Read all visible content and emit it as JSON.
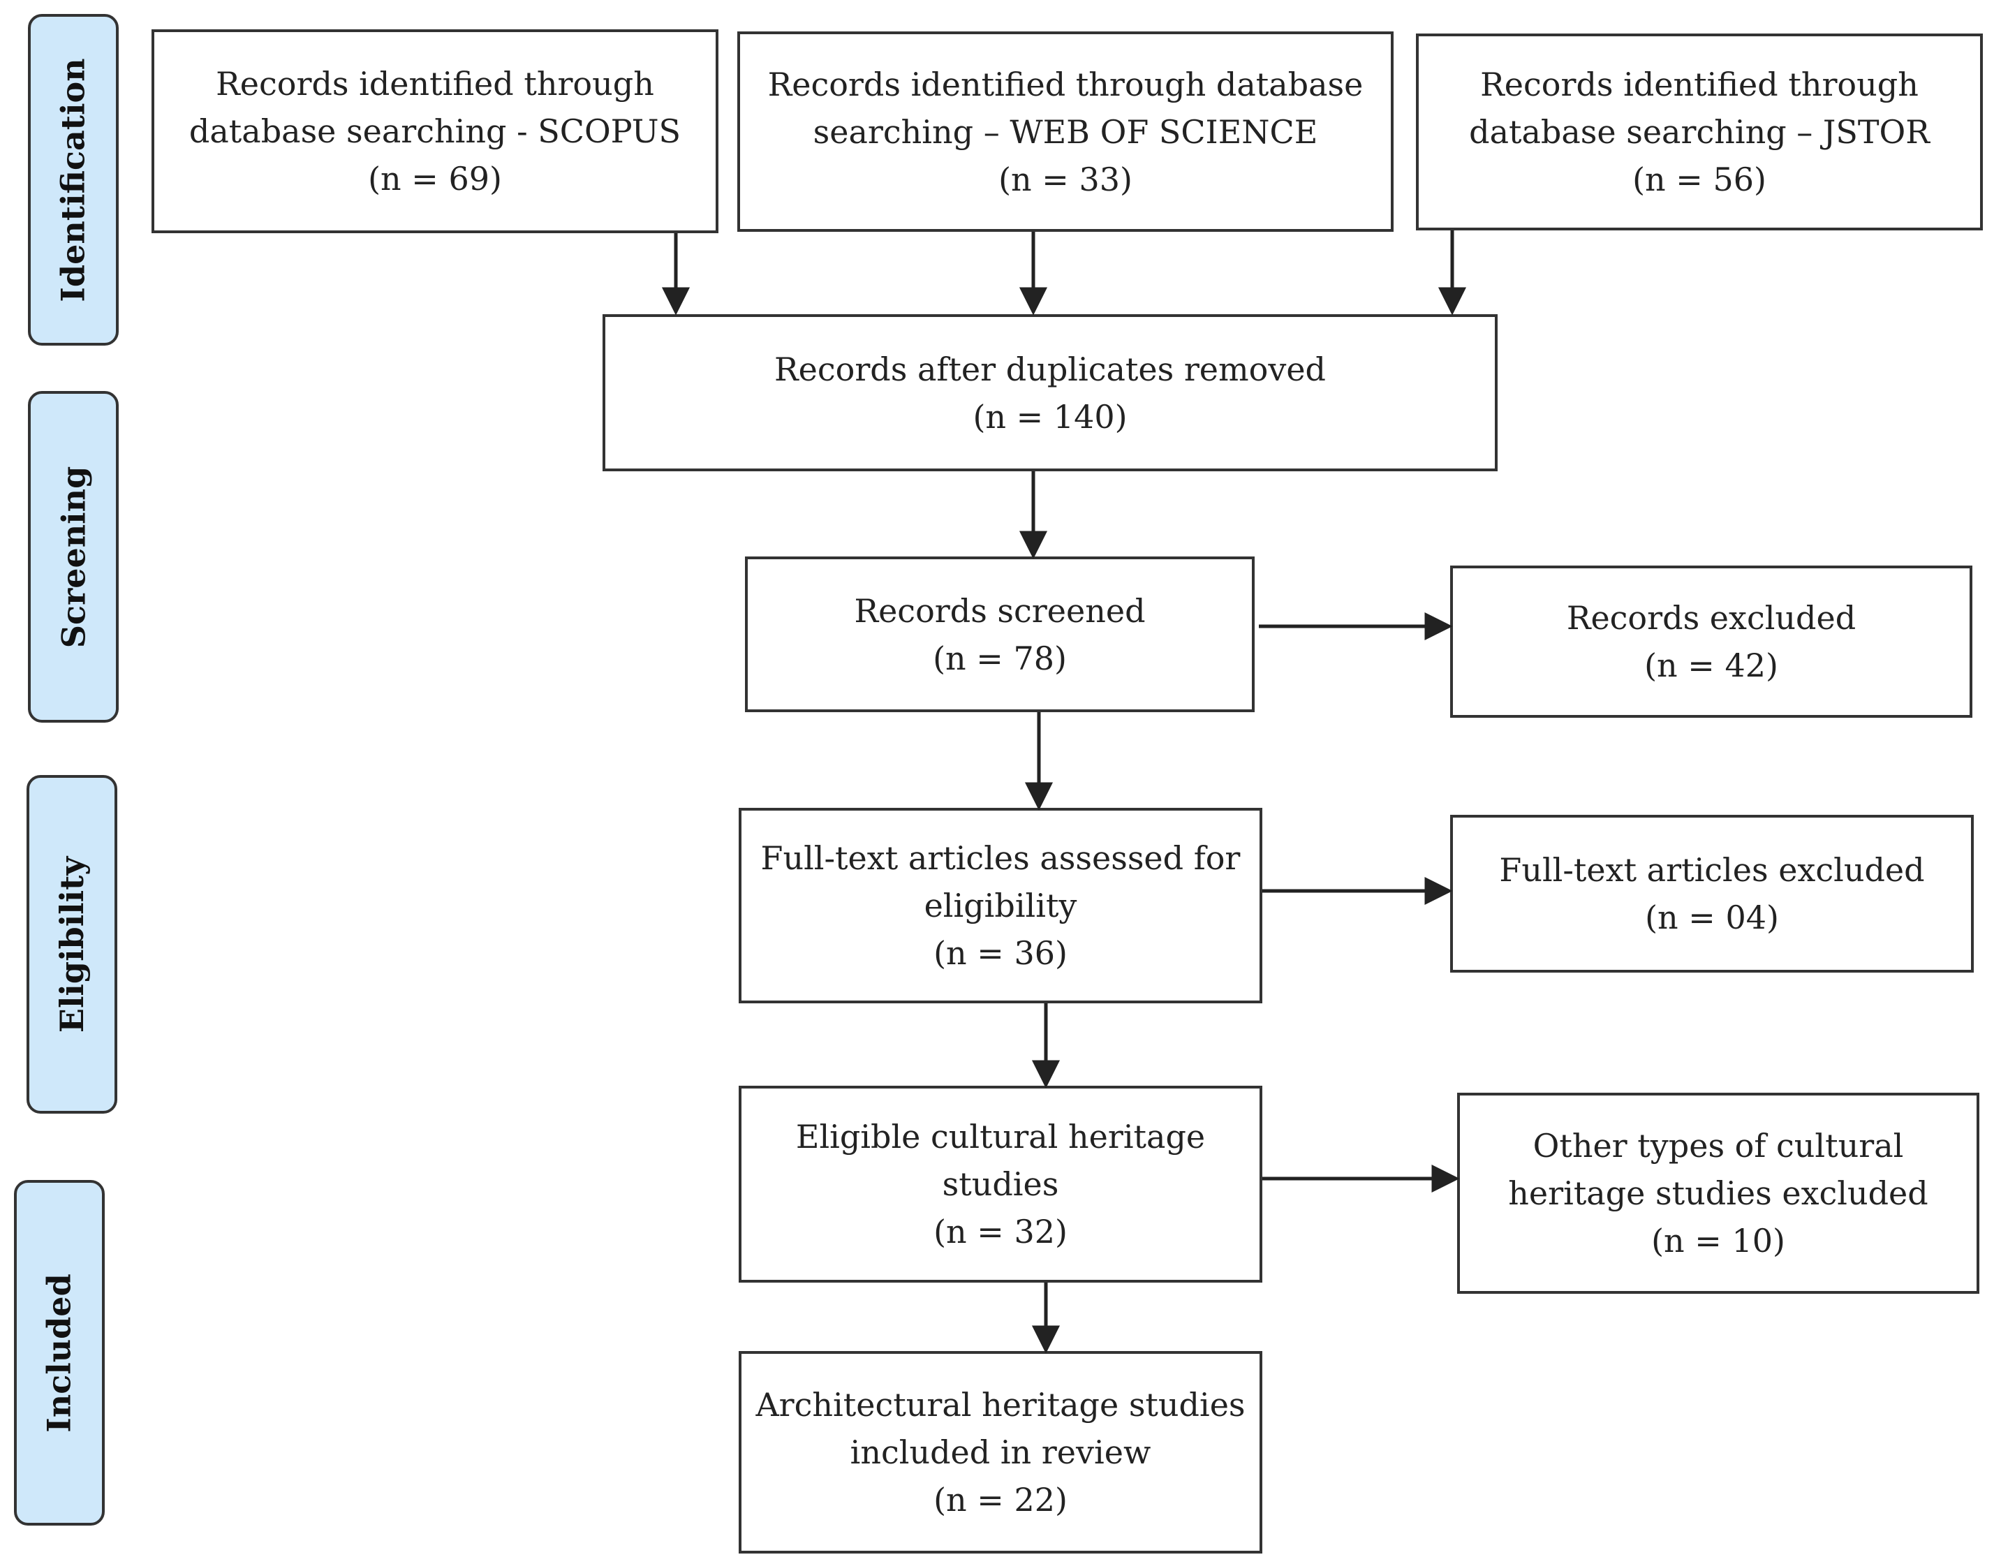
{
  "phases": {
    "identification": "Identification",
    "screening": "Screening",
    "eligibility": "Eligibility",
    "included": "Included"
  },
  "identification": {
    "scopus": {
      "line1": "Records identified through",
      "line2": "database searching - SCOPUS",
      "count": "(n = 69)"
    },
    "wos": {
      "line1": "Records identified through database",
      "line2": "searching – WEB OF SCIENCE",
      "count": "(n = 33)"
    },
    "jstor": {
      "line1": "Records identified through",
      "line2": "database searching – JSTOR",
      "count": "(n = 56)"
    }
  },
  "duplicates_removed": {
    "line1": "Records after duplicates removed",
    "count": "(n = 140)"
  },
  "screened": {
    "line1": "Records screened",
    "count": "(n = 78)"
  },
  "excluded": {
    "line1": "Records excluded",
    "count": "(n = 42)"
  },
  "fulltext_assessed": {
    "line1": "Full-text articles assessed for",
    "line2": "eligibility",
    "count": "(n = 36)"
  },
  "fulltext_excluded": {
    "line1": "Full-text articles excluded",
    "count": "(n = 04)"
  },
  "eligible": {
    "line1": "Eligible cultural heritage",
    "line2": "studies",
    "count": "(n = 32)"
  },
  "other_excluded": {
    "line1": "Other types of cultural",
    "line2": "heritage studies excluded",
    "count": "(n = 10)"
  },
  "included_studies": {
    "line1": "Architectural heritage studies",
    "line2": "included in review",
    "count": "(n = 22)"
  },
  "colors": {
    "phase_fill": "#cfe8fa",
    "stroke": "#333333"
  }
}
